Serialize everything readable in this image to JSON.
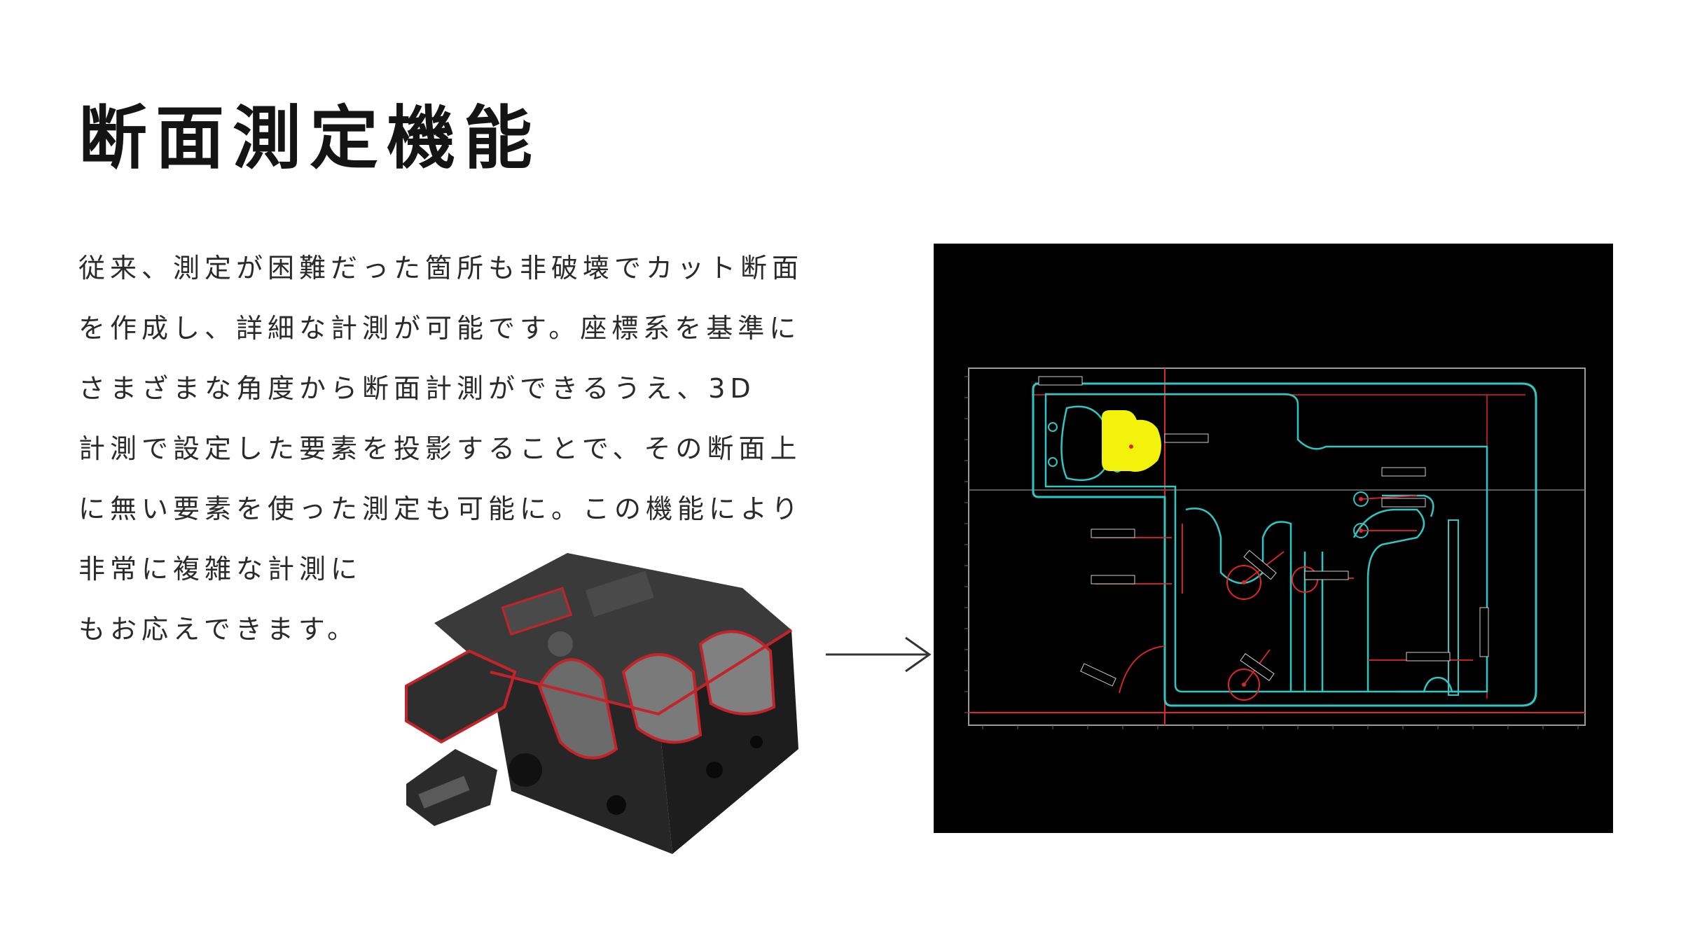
{
  "heading": "断面測定機能",
  "description_lines": [
    "従来、測定が困難だった箇所も非破壊でカット断面",
    "を作成し、詳細な計測が可能です。座標系を基準に",
    "さまざまな角度から断面計測ができるうえ、3D",
    "計測で設定した要素を投影することで、その断面上",
    "に無い要素を使った測定も可能に。この機能により",
    "非常に複雑な計測に",
    "もお応えできます。"
  ],
  "colors": {
    "outline": "#2fc7c3",
    "measure": "#e0262a",
    "highlight": "#f2f20a",
    "screen_bg": "#000000"
  },
  "icons": {
    "arrow": "arrow-right-icon"
  }
}
